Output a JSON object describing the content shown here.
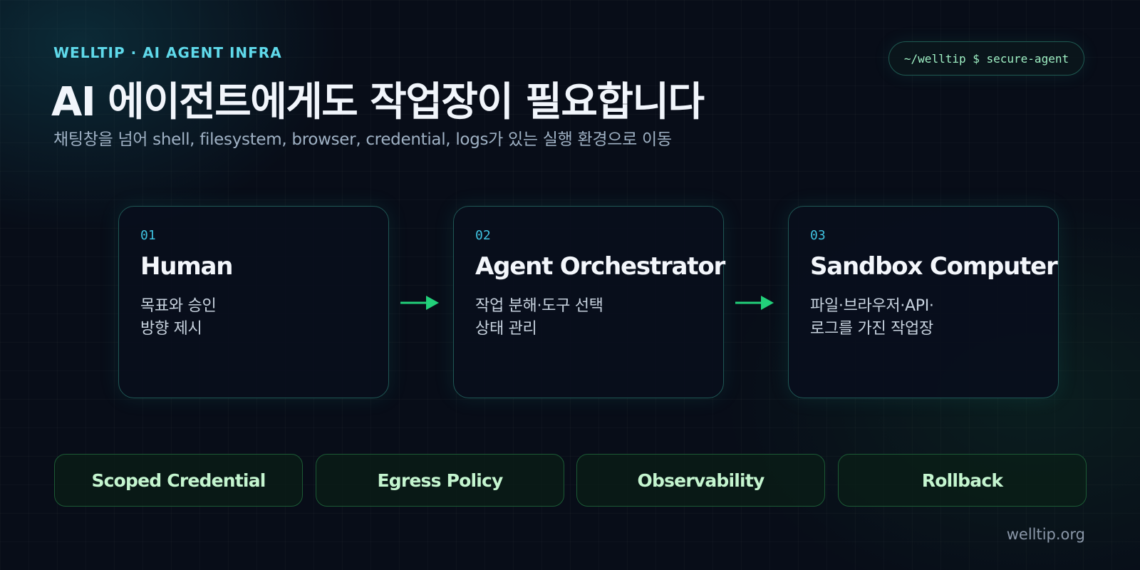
{
  "header": {
    "eyebrow": "WELLTIP · AI AGENT INFRA",
    "title": "AI 에이전트에게도 작업장이 필요합니다",
    "subtitle": "채팅창을 넘어 shell, filesystem, browser, credential, logs가 있는 실행 환경으로 이동"
  },
  "terminal_chip": {
    "text": "~/welltip $ secure-agent"
  },
  "flow": {
    "cards": [
      {
        "number": "01",
        "title": "Human",
        "desc_lines": [
          "목표와 승인",
          "방향 제시"
        ]
      },
      {
        "number": "02",
        "title": "Agent Orchestrator",
        "desc_lines": [
          "작업 분해·도구 선택",
          "상태 관리"
        ]
      },
      {
        "number": "03",
        "title": "Sandbox Computer",
        "desc_lines": [
          "파일·브라우저·API·",
          "로그를 가진 작업장"
        ]
      }
    ]
  },
  "pills": [
    {
      "label": "Scoped Credential"
    },
    {
      "label": "Egress Policy"
    },
    {
      "label": "Observability"
    },
    {
      "label": "Rollback"
    }
  ],
  "footer": {
    "site": "welltip.org"
  },
  "colors": {
    "background": "#080d18",
    "eyebrow": "#5fd9ea",
    "card_number": "#3fc2e0",
    "arrow": "#22d07a",
    "pill_text": "#c4f5cf",
    "pill_border": "#1c5a35",
    "card_border": "#1f5654"
  },
  "icons": {
    "flow_arrow": "arrow-right-icon"
  }
}
